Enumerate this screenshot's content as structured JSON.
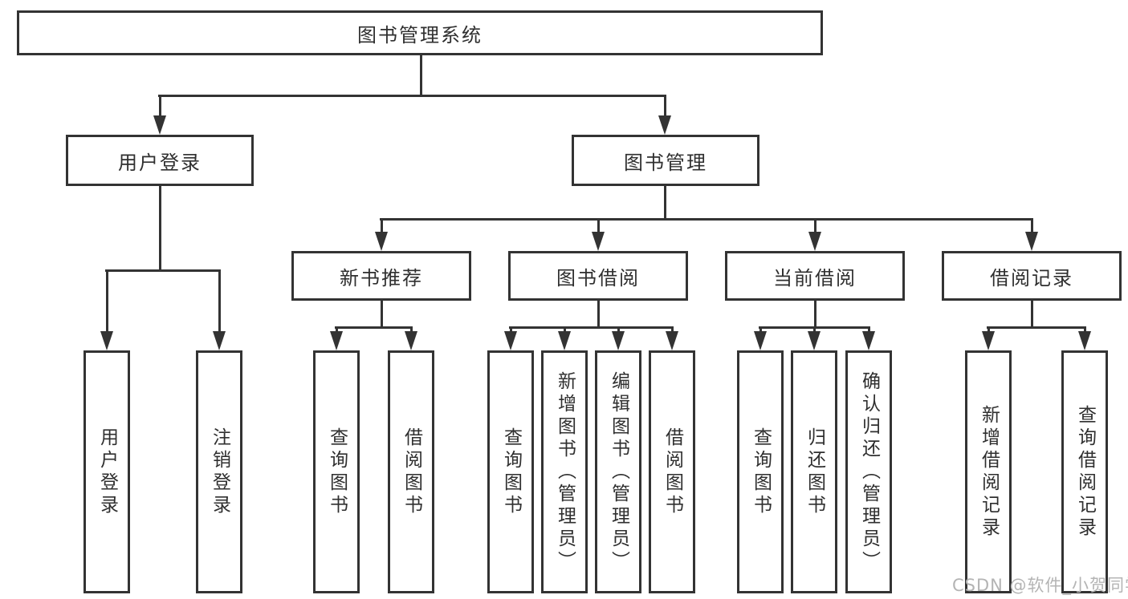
{
  "colors": {
    "line": "#333333",
    "text": "#2f2f2f",
    "background": "#ffffff",
    "watermark": "#b4b4b4"
  },
  "diagram": {
    "root": "图书管理系统",
    "level2": [
      "用户登录",
      "图书管理"
    ],
    "level3": [
      "新书推荐",
      "图书借阅",
      "当前借阅",
      "借阅记录"
    ],
    "leaves": {
      "login": [
        "用户登录",
        "注销登录"
      ],
      "recommend": [
        "查询图书",
        "借阅图书"
      ],
      "borrow": [
        "查询图书",
        "新增图书（管理员）",
        "编辑图书（管理员）",
        "借阅图书"
      ],
      "current": [
        "查询图书",
        "归还图书",
        "确认归还（管理员）"
      ],
      "records": [
        "新增借阅记录",
        "查询借阅记录"
      ]
    }
  },
  "watermark": "CSDN @软件_小贺同学"
}
